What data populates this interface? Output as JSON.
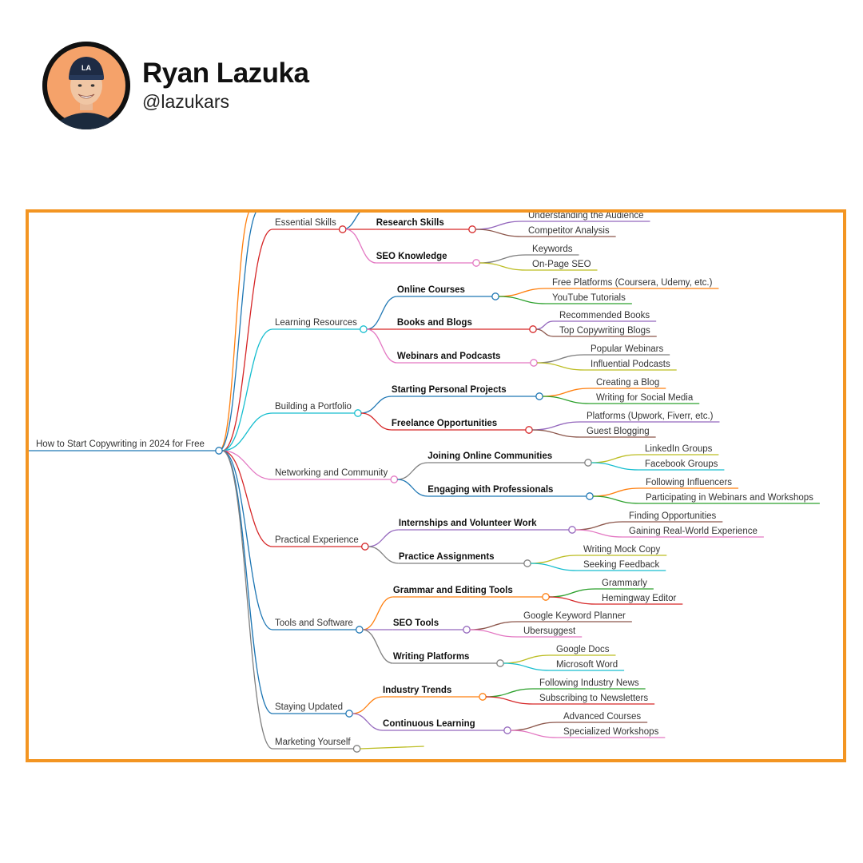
{
  "profile": {
    "name": "Ryan Lazuka",
    "handle": "@lazukars"
  },
  "colors": {
    "frame": "#f39522",
    "avatar_bg": "#f5a26a"
  },
  "mindmap": {
    "root": "How to Start Copywriting in 2024 for Free",
    "branches": [
      {
        "label": "Essential Skills",
        "color": "#d62728",
        "children": [
          {
            "label": "Research Skills",
            "color": "#d62728",
            "leaves": [
              {
                "label": "Understanding the Audience",
                "color": "#9467bd"
              },
              {
                "label": "Competitor Analysis",
                "color": "#8c564b"
              }
            ]
          },
          {
            "label": "SEO Knowledge",
            "color": "#e377c2",
            "leaves": [
              {
                "label": "Keywords",
                "color": "#7f7f7f"
              },
              {
                "label": "On-Page SEO",
                "color": "#bcbd22"
              }
            ]
          }
        ]
      },
      {
        "label": "Learning Resources",
        "color": "#17becf",
        "children": [
          {
            "label": "Online Courses",
            "color": "#1f77b4",
            "leaves": [
              {
                "label": "Free Platforms (Coursera, Udemy, etc.)",
                "color": "#ff7f0e"
              },
              {
                "label": "YouTube Tutorials",
                "color": "#2ca02c"
              }
            ]
          },
          {
            "label": "Books and Blogs",
            "color": "#d62728",
            "leaves": [
              {
                "label": "Recommended Books",
                "color": "#9467bd"
              },
              {
                "label": "Top Copywriting Blogs",
                "color": "#8c564b"
              }
            ]
          },
          {
            "label": "Webinars and Podcasts",
            "color": "#e377c2",
            "leaves": [
              {
                "label": "Popular Webinars",
                "color": "#7f7f7f"
              },
              {
                "label": "Influential Podcasts",
                "color": "#bcbd22"
              }
            ]
          }
        ]
      },
      {
        "label": "Building a Portfolio",
        "color": "#17becf",
        "children": [
          {
            "label": "Starting Personal Projects",
            "color": "#1f77b4",
            "leaves": [
              {
                "label": "Creating a Blog",
                "color": "#ff7f0e"
              },
              {
                "label": "Writing for Social Media",
                "color": "#2ca02c"
              }
            ]
          },
          {
            "label": "Freelance Opportunities",
            "color": "#d62728",
            "leaves": [
              {
                "label": "Platforms (Upwork, Fiverr, etc.)",
                "color": "#9467bd"
              },
              {
                "label": "Guest Blogging",
                "color": "#8c564b"
              }
            ]
          }
        ]
      },
      {
        "label": "Networking and Community",
        "color": "#e377c2",
        "children": [
          {
            "label": "Joining Online Communities",
            "color": "#7f7f7f",
            "leaves": [
              {
                "label": "LinkedIn Groups",
                "color": "#bcbd22"
              },
              {
                "label": "Facebook Groups",
                "color": "#17becf"
              }
            ]
          },
          {
            "label": "Engaging with Professionals",
            "color": "#1f77b4",
            "leaves": [
              {
                "label": "Following Influencers",
                "color": "#ff7f0e"
              },
              {
                "label": "Participating in Webinars and Workshops",
                "color": "#2ca02c"
              }
            ]
          }
        ]
      },
      {
        "label": "Practical Experience",
        "color": "#d62728",
        "children": [
          {
            "label": "Internships and Volunteer Work",
            "color": "#9467bd",
            "leaves": [
              {
                "label": "Finding Opportunities",
                "color": "#8c564b"
              },
              {
                "label": "Gaining Real-World Experience",
                "color": "#e377c2"
              }
            ]
          },
          {
            "label": "Practice Assignments",
            "color": "#7f7f7f",
            "leaves": [
              {
                "label": "Writing Mock Copy",
                "color": "#bcbd22"
              },
              {
                "label": "Seeking Feedback",
                "color": "#17becf"
              }
            ]
          }
        ]
      },
      {
        "label": "Tools and Software",
        "color": "#1f77b4",
        "children": [
          {
            "label": "Grammar and Editing Tools",
            "color": "#ff7f0e",
            "leaves": [
              {
                "label": "Grammarly",
                "color": "#2ca02c"
              },
              {
                "label": "Hemingway Editor",
                "color": "#d62728"
              }
            ]
          },
          {
            "label": "SEO Tools",
            "color": "#9467bd",
            "leaves": [
              {
                "label": "Google Keyword Planner",
                "color": "#8c564b"
              },
              {
                "label": "Ubersuggest",
                "color": "#e377c2"
              }
            ]
          },
          {
            "label": "Writing Platforms",
            "color": "#7f7f7f",
            "leaves": [
              {
                "label": "Google Docs",
                "color": "#bcbd22"
              },
              {
                "label": "Microsoft Word",
                "color": "#17becf"
              }
            ]
          }
        ]
      },
      {
        "label": "Staying Updated",
        "color": "#1f77b4",
        "children": [
          {
            "label": "Industry Trends",
            "color": "#ff7f0e",
            "leaves": [
              {
                "label": "Following Industry News",
                "color": "#2ca02c"
              },
              {
                "label": "Subscribing to Newsletters",
                "color": "#d62728"
              }
            ]
          },
          {
            "label": "Continuous Learning",
            "color": "#9467bd",
            "leaves": [
              {
                "label": "Advanced Courses",
                "color": "#8c564b"
              },
              {
                "label": "Specialized Workshops",
                "color": "#e377c2"
              }
            ]
          }
        ]
      },
      {
        "label": "Marketing Yourself",
        "color": "#7f7f7f",
        "children": []
      }
    ]
  }
}
